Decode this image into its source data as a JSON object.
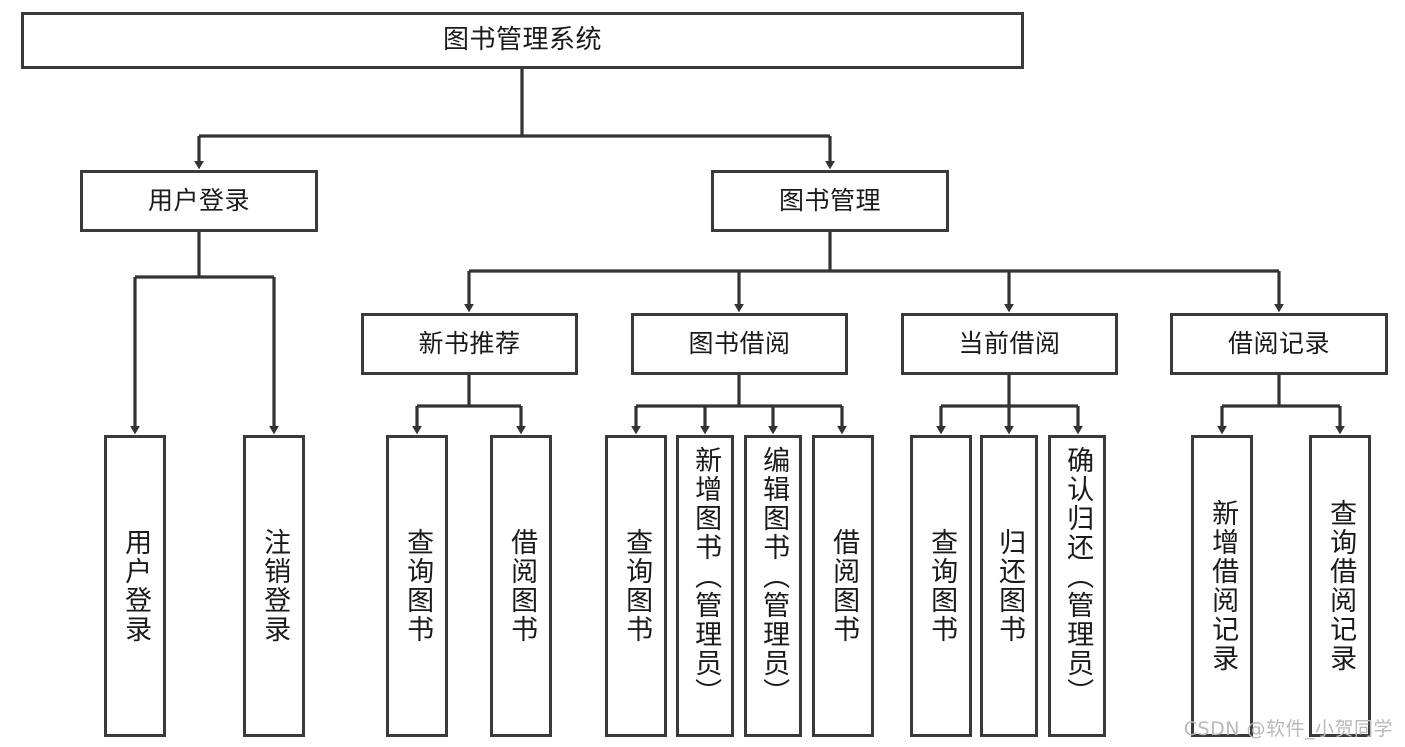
{
  "diagram": {
    "title": "图书管理系统",
    "type": "hierarchy-tree",
    "levels": 4,
    "colors": {
      "background": "#ffffff",
      "node_fill": "#ffffff",
      "node_stroke": "#3a3a3a",
      "edge_stroke": "#333333",
      "text": "#1a1a1a",
      "watermark": "#b9b9b9"
    },
    "root": {
      "id": "root",
      "label": "图书管理系统"
    },
    "level2": [
      {
        "id": "user-login",
        "label": "用户登录"
      },
      {
        "id": "book-manage",
        "label": "图书管理"
      }
    ],
    "level3": [
      {
        "id": "new-book-recommend",
        "label": "新书推荐"
      },
      {
        "id": "book-borrow",
        "label": "图书借阅"
      },
      {
        "id": "current-borrow",
        "label": "当前借阅"
      },
      {
        "id": "borrow-record",
        "label": "借阅记录"
      }
    ],
    "leaves": {
      "user_login": [
        {
          "id": "leaf-user-login",
          "label": "用户登录"
        },
        {
          "id": "leaf-logout-login",
          "label": "注销登录"
        }
      ],
      "new_book_recommend": [
        {
          "id": "leaf-query-book-1",
          "label": "查询图书"
        },
        {
          "id": "leaf-borrow-book-1",
          "label": "借阅图书"
        }
      ],
      "book_borrow": [
        {
          "id": "leaf-query-book-2",
          "label": "查询图书"
        },
        {
          "id": "leaf-add-book",
          "label": "新增图书（管理员）"
        },
        {
          "id": "leaf-edit-book",
          "label": "编辑图书（管理员）"
        },
        {
          "id": "leaf-borrow-book-2",
          "label": "借阅图书"
        }
      ],
      "current_borrow": [
        {
          "id": "leaf-query-book-3",
          "label": "查询图书"
        },
        {
          "id": "leaf-return-book",
          "label": "归还图书"
        },
        {
          "id": "leaf-confirm-return",
          "label": "确认归还（管理员）"
        }
      ],
      "borrow_record": [
        {
          "id": "leaf-add-record",
          "label": "新增借阅记录"
        },
        {
          "id": "leaf-query-record",
          "label": "查询借阅记录"
        }
      ]
    }
  },
  "watermark": {
    "text": "CSDN @软件_小贺同学"
  }
}
